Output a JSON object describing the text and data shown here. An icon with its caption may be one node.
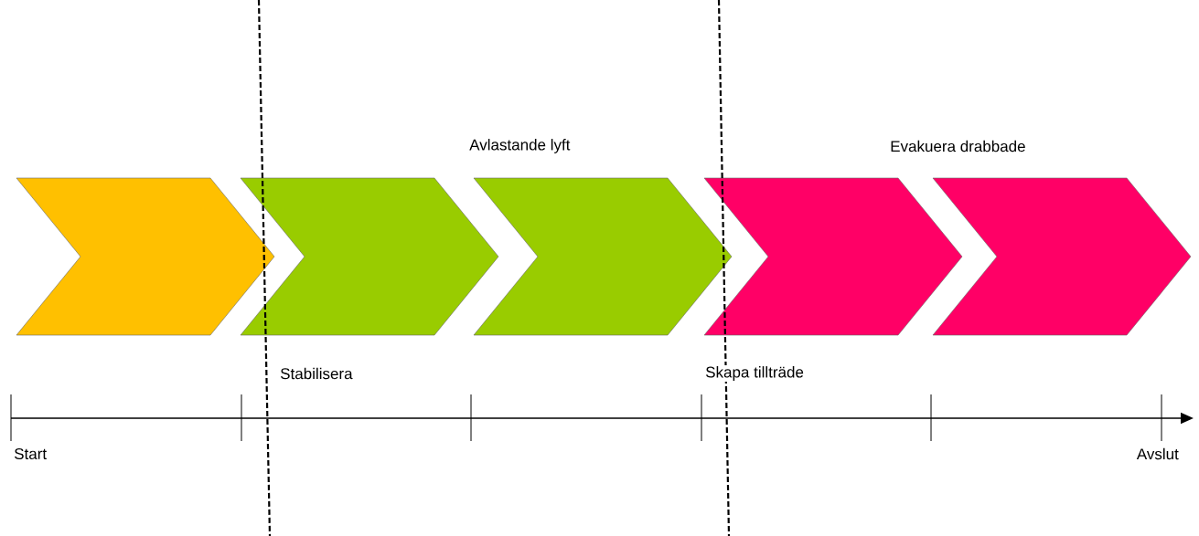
{
  "diagram": {
    "nodes": [
      {
        "text": [],
        "shape": "chevron"
      },
      {
        "text": [],
        "shape": "chevron",
        "beside": [
          "Stabilisera"
        ]
      },
      {
        "text": [],
        "shape": "chevron",
        "beside": [
          "Avlastande lyft"
        ]
      },
      {
        "text": [],
        "shape": "chevron",
        "beside": [
          "Skapa tillträde"
        ]
      },
      {
        "text": [],
        "shape": "chevron",
        "beside": [
          "Evakuera drabbade"
        ]
      }
    ],
    "labels": [
      "Start",
      "Avslut"
    ]
  }
}
